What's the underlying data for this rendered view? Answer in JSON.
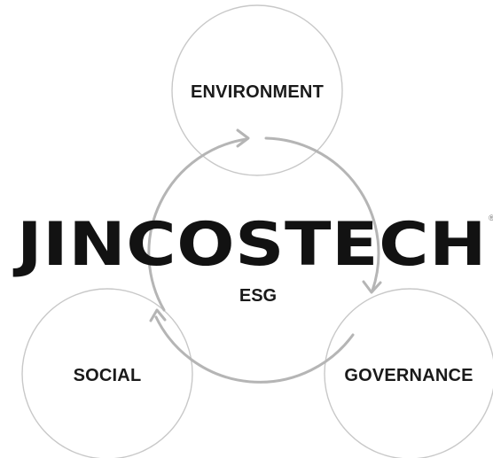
{
  "diagram": {
    "brand": "JINCOSTECH",
    "trademark": "®",
    "center_label": "ESG",
    "nodes": [
      {
        "id": "environment",
        "label": "ENVIRONMENT"
      },
      {
        "id": "governance",
        "label": "GOVERNANCE"
      },
      {
        "id": "social",
        "label": "SOCIAL"
      }
    ]
  },
  "colors": {
    "node_outline": "#c8c8c8",
    "cycle_ring": "#b5b5b5",
    "text": "#1a1a1a",
    "brand": "#121212"
  }
}
